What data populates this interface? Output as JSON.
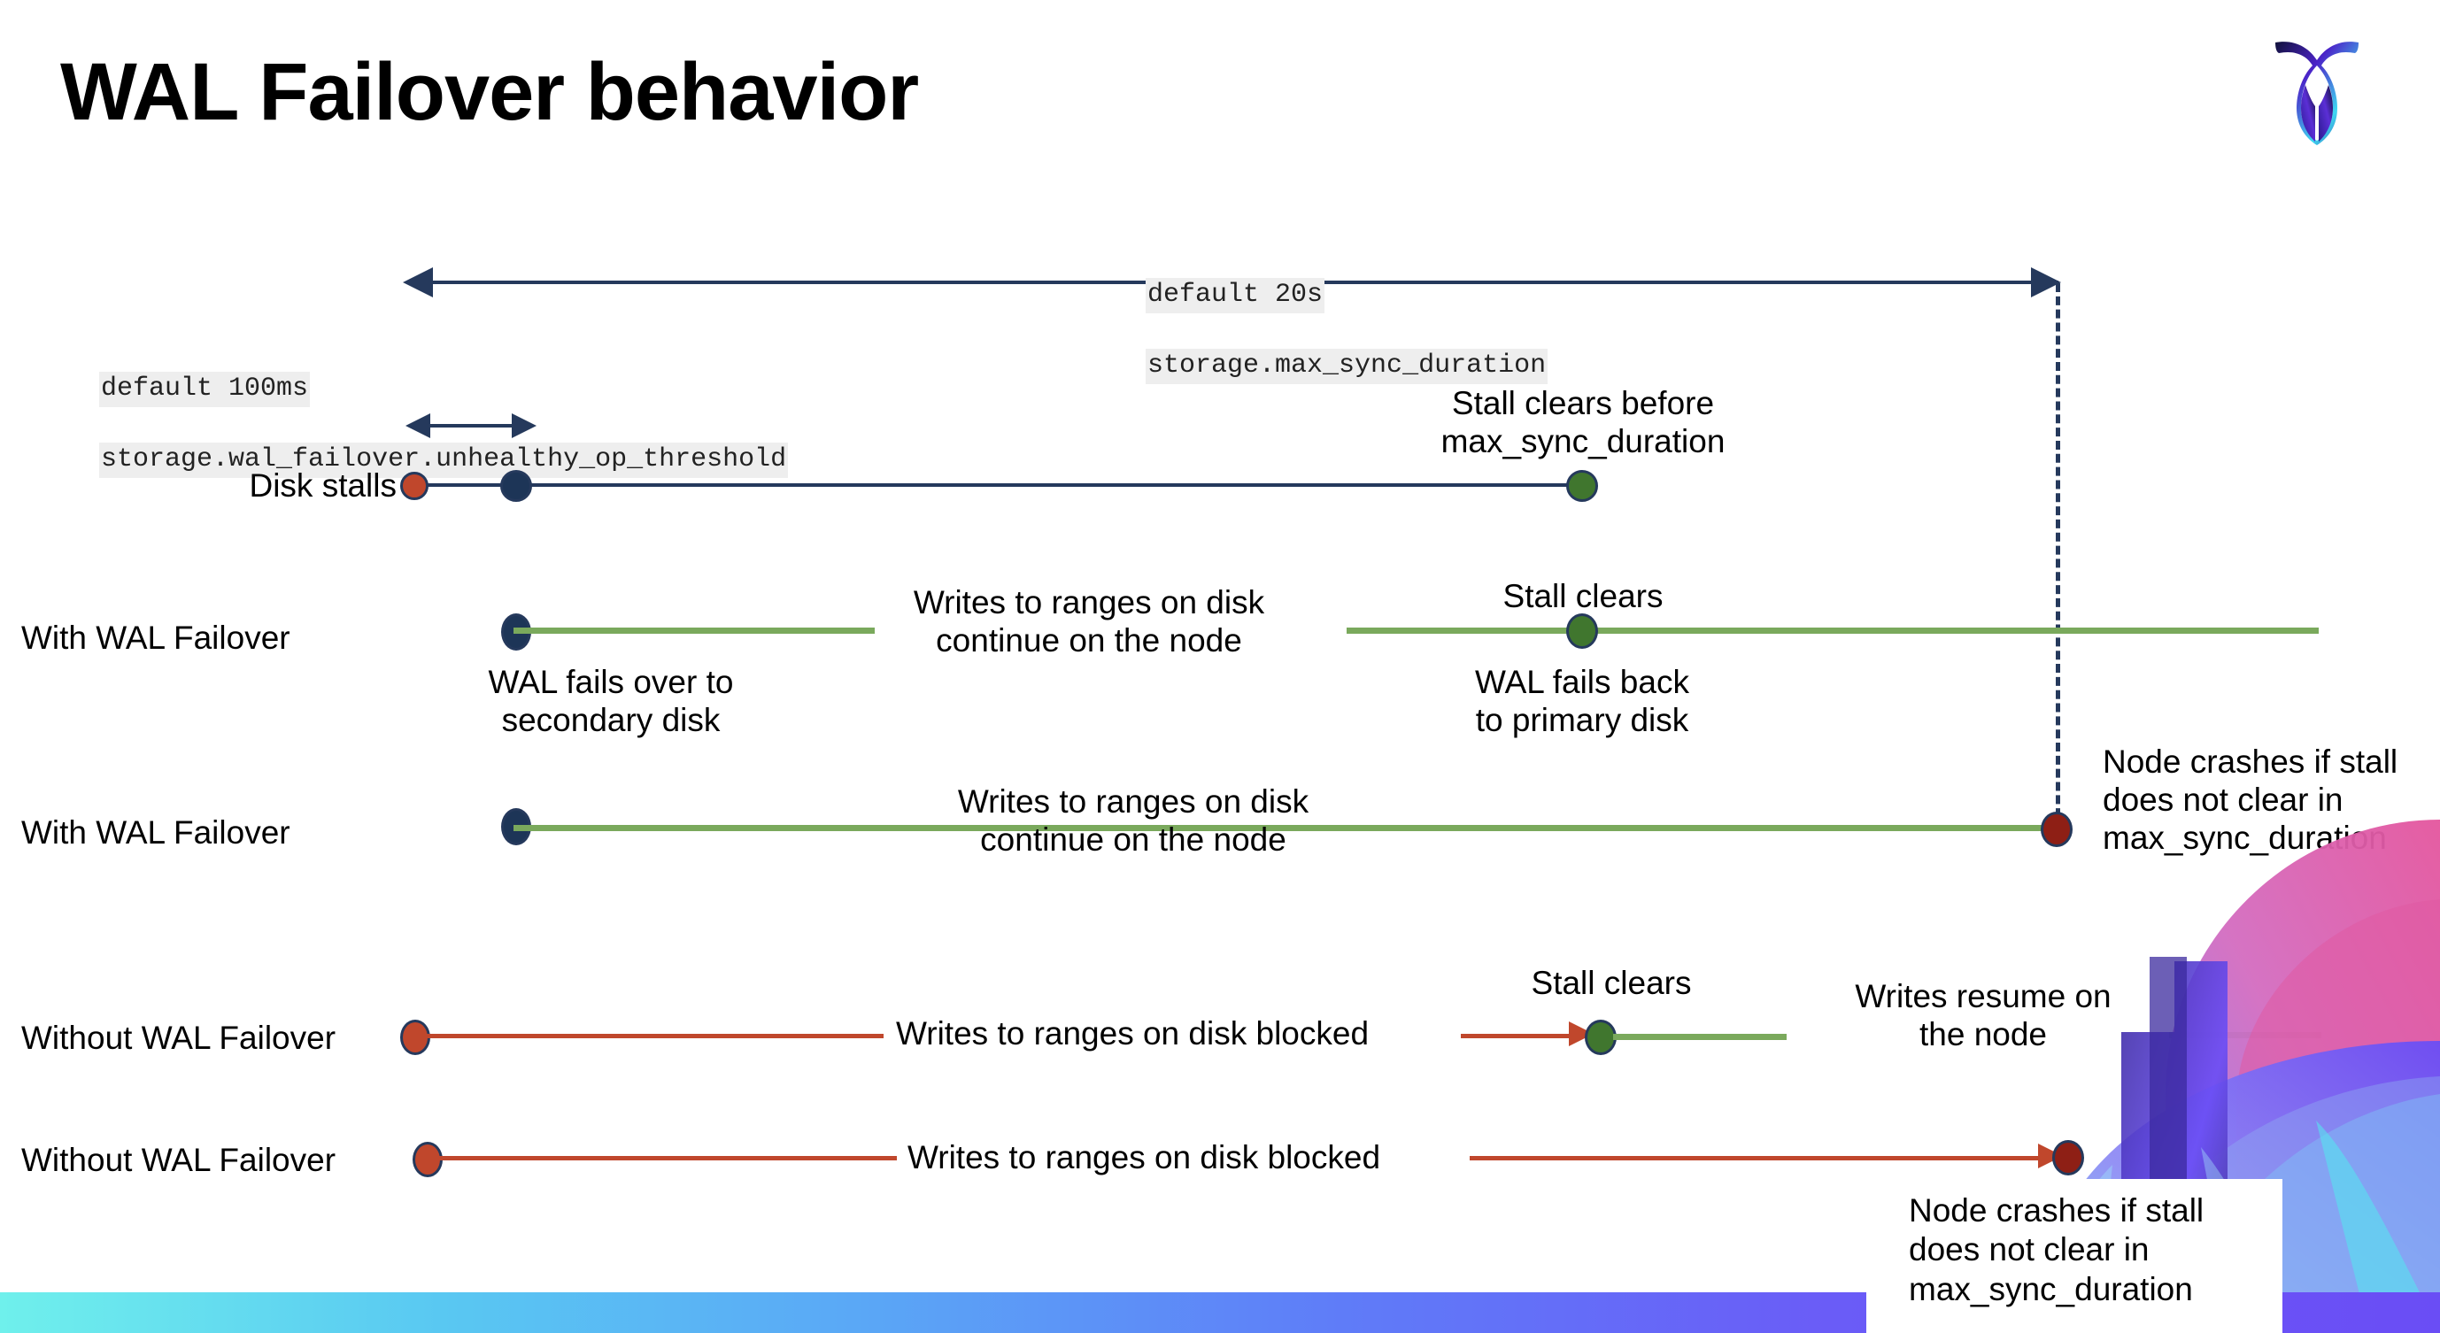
{
  "slide": {
    "title": "WAL Failover behavior",
    "brand_logo": "cockroachdb-logo"
  },
  "settings": {
    "max_sync_duration": {
      "default_line": "default 20s",
      "setting_line": "storage.max_sync_duration"
    },
    "unhealthy_op_threshold": {
      "default_line": "default 100ms",
      "setting_line": "storage.wal_failover.unhealthy_op_threshold"
    }
  },
  "rows": {
    "disk_stalls": {
      "label": "Disk stalls",
      "stall_clears_note": "Stall clears before\nmax_sync_duration"
    },
    "with_failover_clears": {
      "label": "With WAL Failover",
      "failover_note": "WAL fails over to\nsecondary disk",
      "writes_note": "Writes to ranges on disk\ncontinue on the node",
      "stall_clears": "Stall clears",
      "fail_back_note": "WAL fails  back\nto primary disk"
    },
    "with_failover_crash": {
      "label": "With WAL Failover",
      "writes_note": "Writes to ranges on disk\ncontinue on the node",
      "crash_note": "Node crashes if stall\ndoes not clear in\nmax_sync_duration"
    },
    "without_failover_clears": {
      "label": "Without WAL Failover",
      "blocked_note": "Writes to ranges on disk  blocked",
      "stall_clears": "Stall clears",
      "resume_note": "Writes resume on\nthe node"
    },
    "without_failover_crash": {
      "label": "Without WAL Failover",
      "blocked_note": "Writes to ranges on disk  blocked",
      "crash_note": "Node crashes if stall\ndoes not clear in\nmax_sync_duration"
    }
  },
  "colors": {
    "navy": "#25395c",
    "green_line": "#7aa95c",
    "green_dot": "#40762e",
    "red_line": "#c0472c",
    "red_dot": "#c0472c",
    "dark_red_dot": "#8e1f15",
    "code_chip_bg": "#eeeeee",
    "band_start": "#6ff0ec",
    "band_end": "#6a4df5"
  }
}
